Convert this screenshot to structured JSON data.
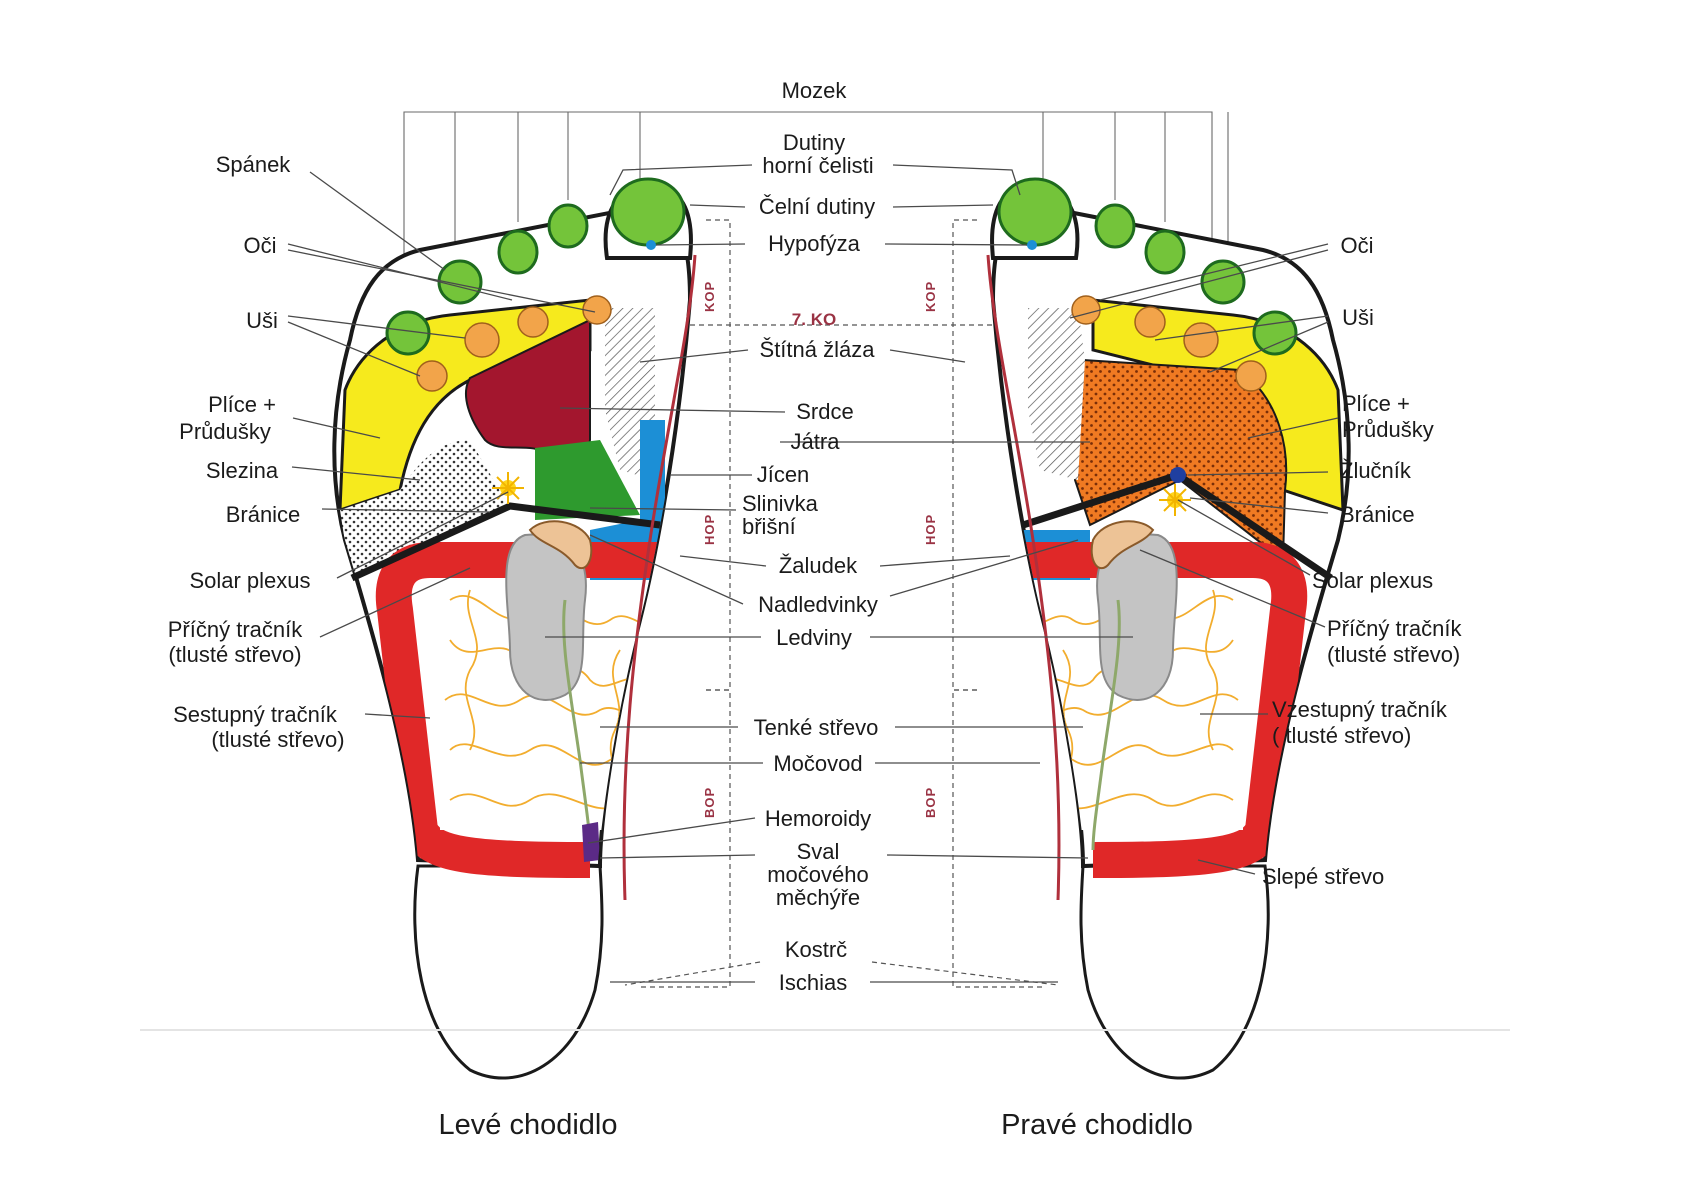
{
  "labels": {
    "mozek": "Mozek",
    "dutiny": [
      "Dutiny",
      "horní čelisti"
    ],
    "celni_dutiny": "Čelní dutiny",
    "hypofyza": "Hypofýza",
    "ko": "7. KO",
    "stitna_zlaza": "Štítná žláza",
    "srdce": "Srdce",
    "jatra": "Játra",
    "jicen": "Jícen",
    "slinivka": [
      "Slinivka",
      "břišní"
    ],
    "zaludek": "Žaludek",
    "nadledvinky": "Nadledvinky",
    "ledviny": "Ledviny",
    "tenke_strevo": "Tenké střevo",
    "mocovod": "Močovod",
    "hemoroidy": "Hemoroidy",
    "sval": [
      "Sval",
      "močového",
      "měchýře"
    ],
    "kostrc": "Kostrč",
    "ischias": "Ischias"
  },
  "left": {
    "spanek": "Spánek",
    "oci": "Oči",
    "usi": "Uši",
    "plice": [
      "Plíce +",
      "Průdušky"
    ],
    "slezina": "Slezina",
    "branice": "Bránice",
    "solar": "Solar plexus",
    "pricny": [
      "Příčný tračník",
      "(tlusté střevo)"
    ],
    "sestupny": [
      "Sestupný tračník",
      "(tlusté střevo)"
    ]
  },
  "right": {
    "oci": "Oči",
    "usi": "Uši",
    "plice": [
      "Plíce +",
      "Průdušky"
    ],
    "zlucnik": "Žlučník",
    "branice": "Bránice",
    "solar": "Solar plexus",
    "pricny": [
      "Příčný tračník",
      "(tlusté střevo)"
    ],
    "vzestupny": [
      "Vzestupný tračník",
      "( tlusté střevo)"
    ],
    "slepe": "Slepé střevo"
  },
  "zones": {
    "kop": "KOP",
    "hop": "HOP",
    "bop": "BOP"
  },
  "captions": {
    "left": "Levé chodidlo",
    "right": "Pravé chodidlo"
  },
  "colors": {
    "toes": "#74c43a",
    "lungs": "#f6ea1d",
    "heart": "#a3162e",
    "liver": "#f07a22",
    "stomach": "#2e9a2e",
    "pancreas_blue": "#1c8fd6",
    "colon": "#e02828",
    "intestine": "#f2ad2e",
    "sciatic": "#1f55b5"
  }
}
